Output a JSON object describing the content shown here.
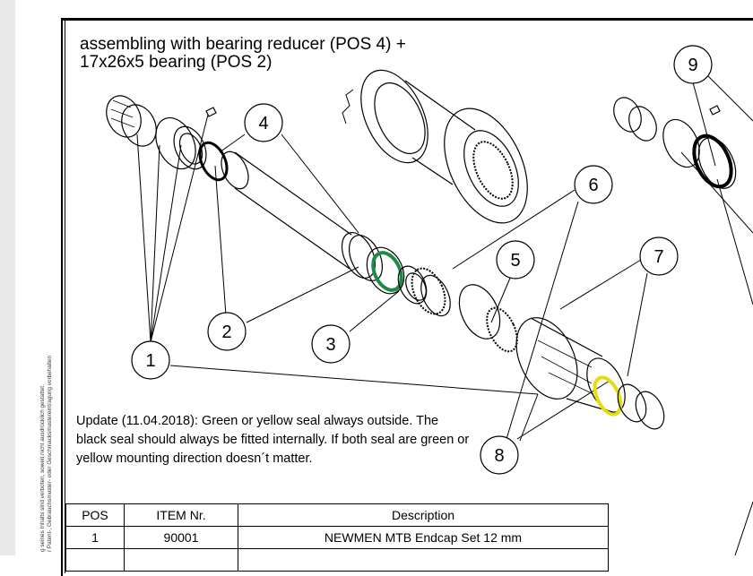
{
  "document": {
    "title_line1": "assembling with bearing reducer (POS 4) +",
    "title_line2": "17x26x5 bearing (POS 2)",
    "update_note": "Update (11.04.2018): Green or yellow seal always outside. The black seal should always be fitted internally. If both seal are green or yellow mounting direction doesn´t matter.",
    "side_note_line1": "g seines Inhalts sind verboten, soweit nicht ausdrücklich gestattet.",
    "side_note_line2": "r Patent-, Gebrauchsmuster- oder Geschmacksmustereintragung vorbehalten"
  },
  "drawing": {
    "balloons": [
      "1",
      "2",
      "3",
      "4",
      "5",
      "6",
      "7",
      "8",
      "9"
    ],
    "seal_colors": {
      "green": "#1e8a4a",
      "yellow": "#e6dc14"
    }
  },
  "bom_table": {
    "headers": [
      "POS",
      "ITEM Nr.",
      "Description"
    ],
    "rows": [
      [
        "1",
        "90001",
        "NEWMEN MTB Endcap Set 12 mm"
      ],
      [
        "",
        "",
        ""
      ]
    ]
  }
}
